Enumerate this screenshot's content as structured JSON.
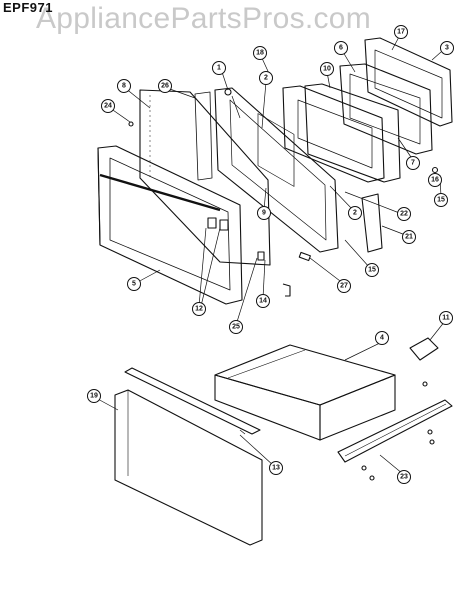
{
  "header": {
    "model": "EPF971",
    "watermark": "AppliancePartsPros.com"
  },
  "callouts": [
    "1",
    "2",
    "2",
    "3",
    "4",
    "5",
    "6",
    "7",
    "8",
    "9",
    "10",
    "11",
    "12",
    "13",
    "14",
    "15",
    "15",
    "16",
    "17",
    "18",
    "19",
    "21",
    "22",
    "23",
    "24",
    "25",
    "26",
    "27"
  ]
}
